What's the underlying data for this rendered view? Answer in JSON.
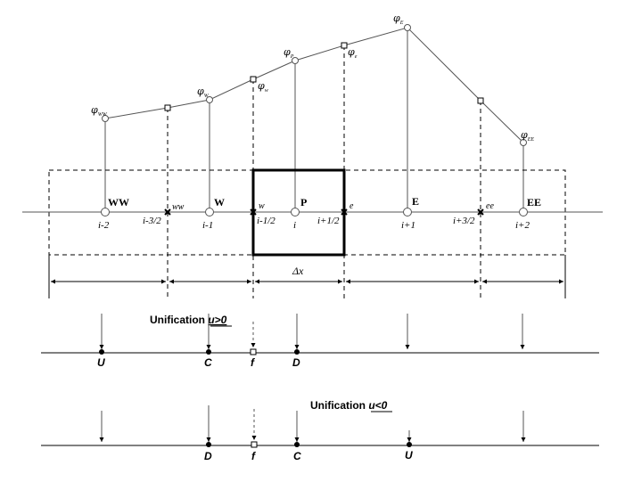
{
  "nodes": {
    "WW": {
      "label": "WW",
      "index": "i-2"
    },
    "W": {
      "label": "W",
      "index": "i-1"
    },
    "P": {
      "label": "P",
      "index": "i"
    },
    "E": {
      "label": "E",
      "index": "i+1"
    },
    "EE": {
      "label": "EE",
      "index": "i+2"
    }
  },
  "faces": {
    "ww": {
      "label": "ww",
      "index": "i-3/2"
    },
    "w": {
      "label": "w",
      "index": "i-1/2"
    },
    "e": {
      "label": "e",
      "index": "i+1/2"
    },
    "ee": {
      "label": "ee",
      "index": "i+3/2"
    }
  },
  "phi": {
    "symbol": "φ",
    "WW": "WW",
    "W": "W",
    "w": "w",
    "P": "P",
    "e": "e",
    "E": "E",
    "EE": "EE"
  },
  "delta_x": "Δx",
  "case_positive": {
    "title_prefix": "Unification ",
    "title_cond": "u>0",
    "U": "U",
    "C": "C",
    "f": "f",
    "D": "D"
  },
  "case_negative": {
    "title_prefix": "Unification ",
    "title_cond": "u<0",
    "D": "D",
    "f": "f",
    "C": "C",
    "U": "U"
  }
}
